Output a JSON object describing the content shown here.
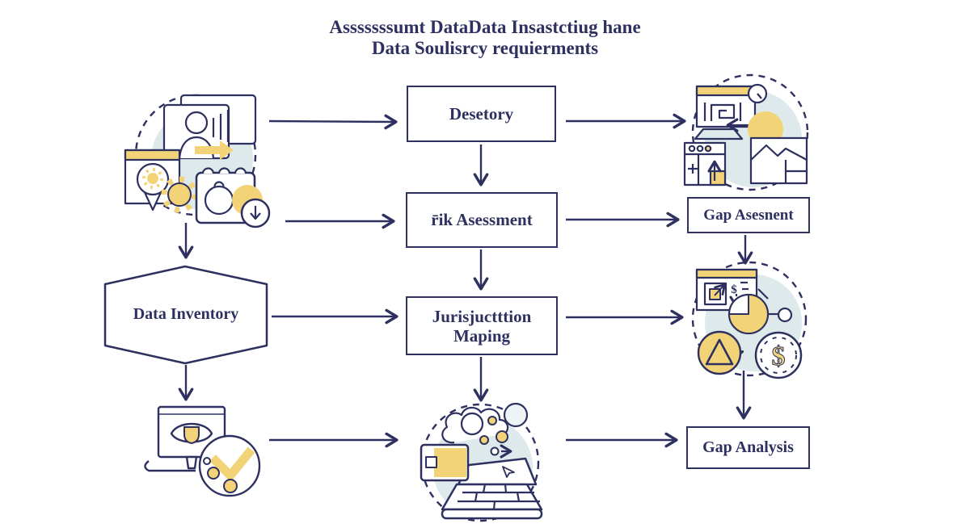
{
  "title": {
    "line1": "Asssssssumt DataData Insastctiug hane",
    "line2": "Data Soulisrcy requierments"
  },
  "nodes": {
    "desetory": {
      "label": "Desetory"
    },
    "risk_assessment": {
      "label": "r̄ik Asessment"
    },
    "jurisdiction_mapping": {
      "line1": "Jurisjuctttion",
      "line2": "Maping"
    },
    "data_inventory": {
      "label": "Data Inventory"
    },
    "gap_assessment": {
      "label": "Gap Asesnent"
    },
    "gap_analysis": {
      "label": "Gap Analysis"
    }
  },
  "icon_labels": {
    "cost_panel_symbol": "$",
    "coin_symbol": "$"
  },
  "icons": {
    "top_left": "team-workflow-icon",
    "top_right": "system-review-icon",
    "middle_right": "cost-analysis-icon",
    "bottom_left": "monitor-check-icon",
    "bottom_middle": "data-processing-icon"
  },
  "colors": {
    "ink": "#2e3160",
    "accent_yellow": "#f2d377",
    "soft_blue": "#dde9eb",
    "background": "#ffffff"
  }
}
